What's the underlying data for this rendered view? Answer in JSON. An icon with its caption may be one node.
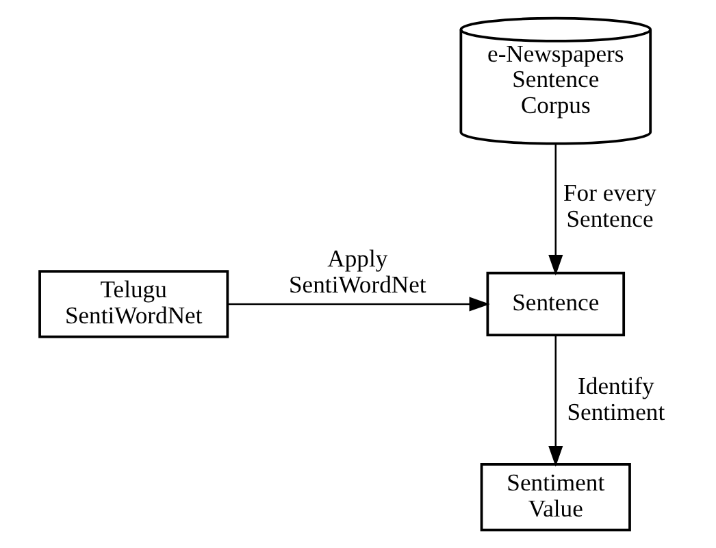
{
  "diagram": {
    "nodes": [
      {
        "text": [
          "e-Newspapers Sentence Corpus"
        ]
      },
      {
        "text": [
          "Telugu SentiWordNet"
        ]
      },
      {
        "text": [
          "Sentence"
        ]
      },
      {
        "text": [
          "Sentiment Value"
        ]
      }
    ],
    "edges": [
      {
        "from": 0,
        "to": 2,
        "arrow": "to",
        "label": "For every Sentence"
      },
      {
        "from": 1,
        "to": 2,
        "arrow": "to",
        "label": "Apply SentiWordNet"
      },
      {
        "from": 2,
        "to": 3,
        "arrow": "to",
        "label": "Identify Sentiment"
      }
    ]
  }
}
